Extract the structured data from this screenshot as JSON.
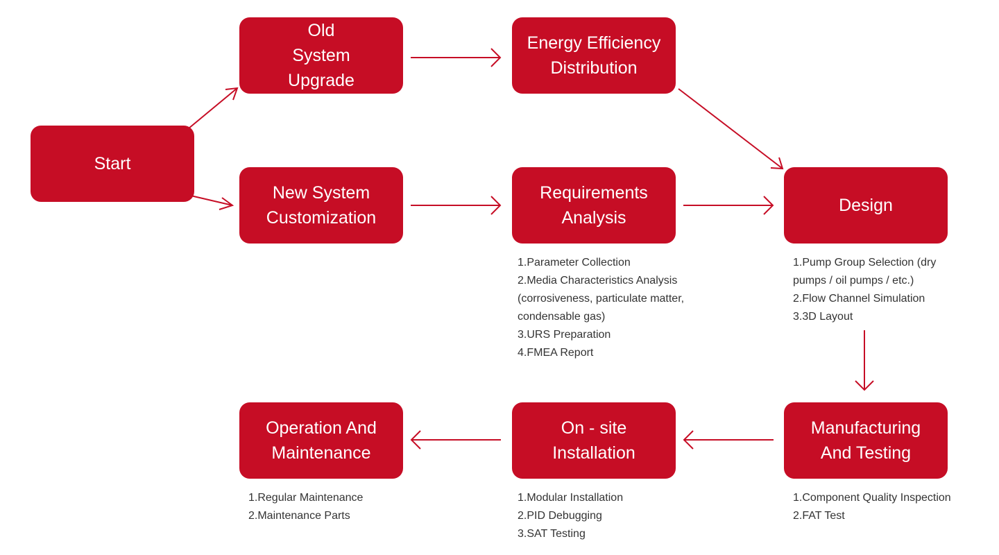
{
  "colors": {
    "accent": "#c60d25",
    "node_text": "#ffffff",
    "note_text": "#333333",
    "background": "#ffffff"
  },
  "nodes": {
    "start": {
      "label": "Start"
    },
    "old_system_upgrade": {
      "label": "Old System Upgrade"
    },
    "energy_efficiency_distribution": {
      "label": "Energy Efficiency Distribution"
    },
    "new_system_customization": {
      "label": "New System Customization"
    },
    "requirements_analysis": {
      "label": "Requirements Analysis"
    },
    "design": {
      "label": "Design"
    },
    "manufacturing_and_testing": {
      "label": "Manufacturing And Testing"
    },
    "onsite_installation": {
      "label": "On - site Installation"
    },
    "operation_and_maintenance": {
      "label": "Operation And Maintenance"
    }
  },
  "notes": {
    "requirements_analysis": [
      "1.Parameter Collection",
      "2.Media Characteristics Analysis",
      "(corrosiveness, particulate matter,",
      "condensable gas)",
      "3.URS Preparation",
      "4.FMEA Report"
    ],
    "design": [
      "1.Pump Group Selection (dry",
      "pumps / oil pumps / etc.)",
      "2.Flow Channel Simulation",
      "3.3D Layout"
    ],
    "manufacturing_and_testing": [
      "1.Component Quality Inspection",
      "2.FAT Test"
    ],
    "onsite_installation": [
      "1.Modular Installation",
      "2.PID Debugging",
      "3.SAT Testing"
    ],
    "operation_and_maintenance": [
      "1.Regular Maintenance",
      "2.Maintenance Parts"
    ]
  }
}
